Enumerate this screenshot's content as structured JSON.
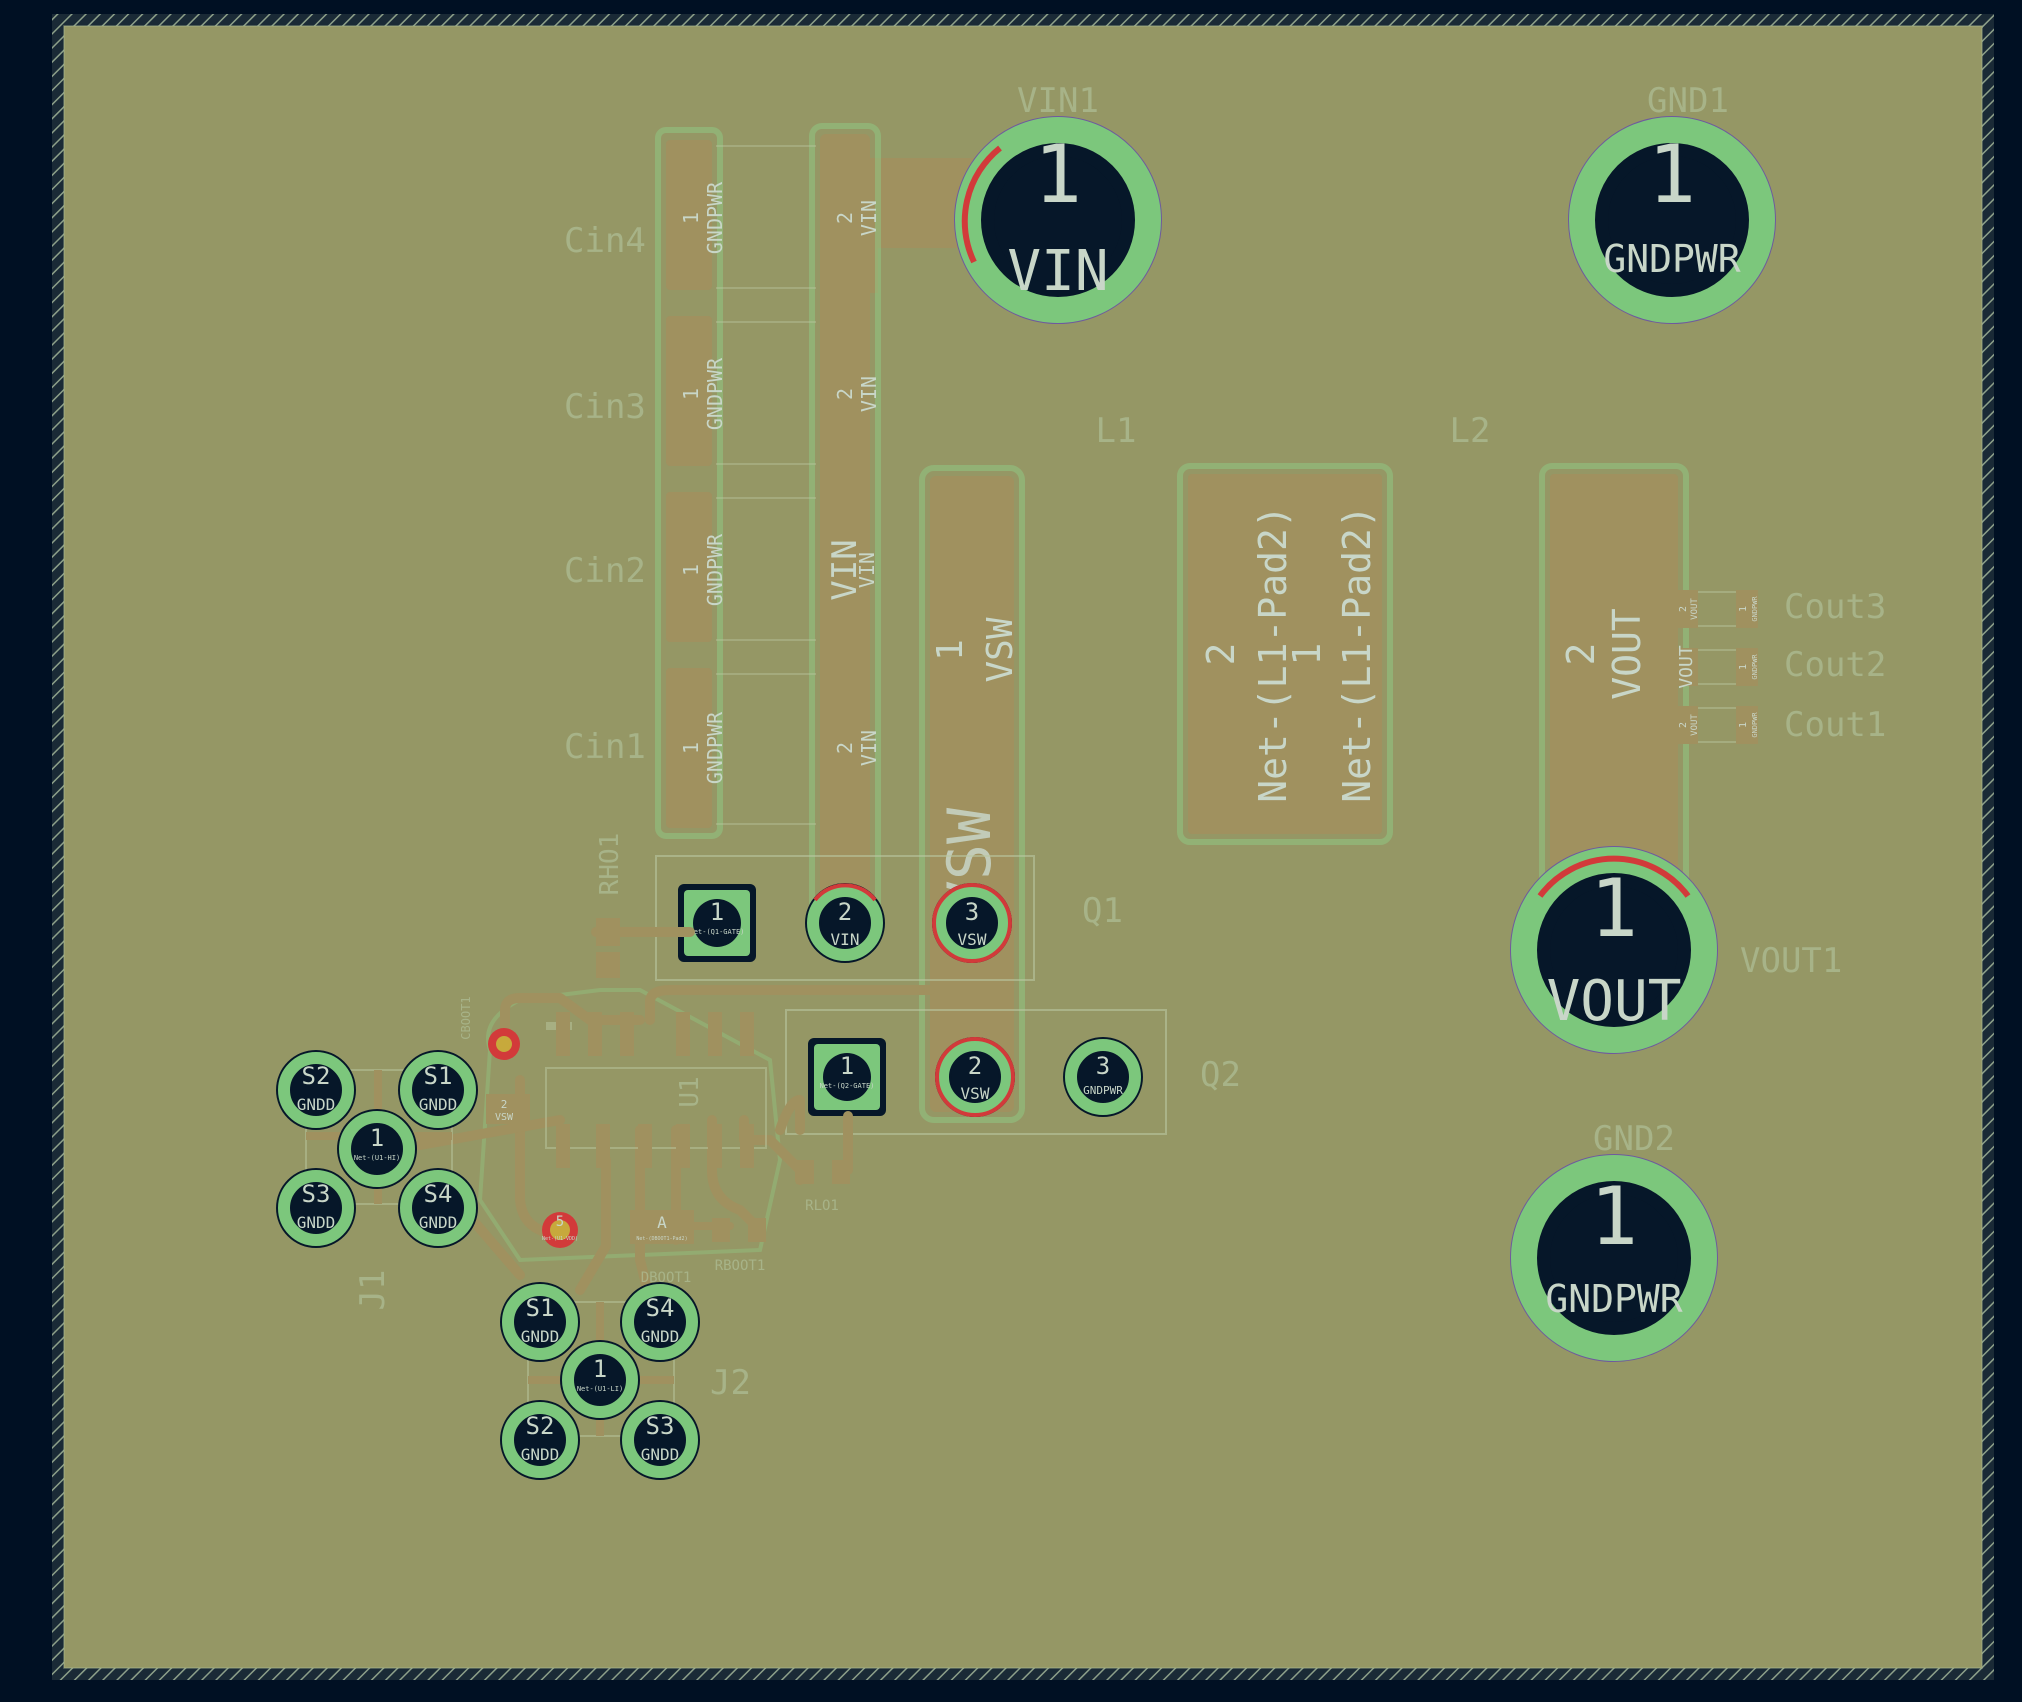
{
  "board": {
    "background": "#001023",
    "board_fill": "#959765",
    "copper": "#a0915f",
    "pad_ring": "#7cc77c",
    "hole": "#061729",
    "silk": "#b9c7a0",
    "red": "#d23a3a"
  },
  "refdes": {
    "vin1": "VIN1",
    "gnd1": "GND1",
    "gnd2": "GND2",
    "vout1": "VOUT1",
    "cin1": "Cin1",
    "cin2": "Cin2",
    "cin3": "Cin3",
    "cin4": "Cin4",
    "l1": "L1",
    "l2": "L2",
    "q1": "Q1",
    "q2": "Q2",
    "cout1": "Cout1",
    "cout2": "Cout2",
    "cout3": "Cout3",
    "j1": "J1",
    "j2": "J2",
    "rho1": "RHO1",
    "rlo1": "RLO1",
    "rboot1": "RBOOT1",
    "cboot1": "CBOOT1",
    "dboot1": "DBOOT1",
    "u1": "U1"
  },
  "terminals": {
    "vin1": {
      "num": "1",
      "net": "VIN"
    },
    "gnd1": {
      "num": "1",
      "net": "GNDPWR"
    },
    "vout1": {
      "num": "1",
      "net": "VOUT"
    },
    "gnd2": {
      "num": "1",
      "net": "GNDPWR"
    }
  },
  "caps_in": {
    "p1": "1",
    "p1_net": "GNDPWR",
    "p2": "2",
    "p2_net": "VIN"
  },
  "vin_bus": "VIN",
  "vsw_bus": {
    "num": "1",
    "net": "VSW",
    "big": "VSW"
  },
  "l1_pad": {
    "num": "2",
    "net": "Net-(L1-Pad2)"
  },
  "l2_pad_left": {
    "num": "1",
    "net": "Net-(L1-Pad2)"
  },
  "l2_pad_right": {
    "num": "2",
    "net": "VOUT"
  },
  "cout_pad": {
    "p1": "1",
    "p1_net": "GNDPWR",
    "p2": "2",
    "p2_net": "VOUT",
    "mid": "VOUT"
  },
  "q1_pads": [
    {
      "num": "1",
      "net": "Net-(Q1-GATE)"
    },
    {
      "num": "2",
      "net": "VIN"
    },
    {
      "num": "3",
      "net": "VSW"
    }
  ],
  "q2_pads": [
    {
      "num": "1",
      "net": "Net-(Q2-GATE)"
    },
    {
      "num": "2",
      "net": "VSW"
    },
    {
      "num": "3",
      "net": "GNDPWR"
    }
  ],
  "sma": {
    "s1": "S1",
    "s2": "S2",
    "s3": "S3",
    "s4": "S4",
    "gnd": "GNDD",
    "center": "1",
    "j1_net": "Net-(U1-HI)",
    "j2_net": "Net-(U1-LI)"
  },
  "small": {
    "cboot_p2": "2",
    "cboot_p2_net": "VSW",
    "dboot_a": "A",
    "dboot_a_net": "Net-(DBOOT1-Pad2)",
    "via_num": "5",
    "via_net": "Net-(U1-VDD)"
  }
}
